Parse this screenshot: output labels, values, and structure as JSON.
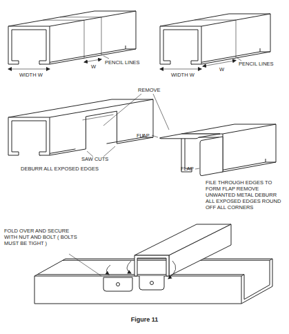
{
  "diagram": {
    "caption": "Figure 11",
    "labels": [
      "WIDTH W",
      "W",
      "PENCIL LINES",
      "WIDTH W",
      "W",
      "PENCIL LINES",
      "REMOVE",
      "SAW CUTS",
      "DEBURR ALL EXPOSED EDGES",
      "FLAP",
      "FLAP",
      "FILE THROUGH EDGES TO FORM FLAP REMOVE UNWANTED METAL DEBURR ALL EXPOSED EDGES ROUND OFF ALL CORNERS",
      "FOLD OVER AND SECURE WITH NUT AND BOLT ( BOLTS MUST BE TIGHT )"
    ]
  }
}
